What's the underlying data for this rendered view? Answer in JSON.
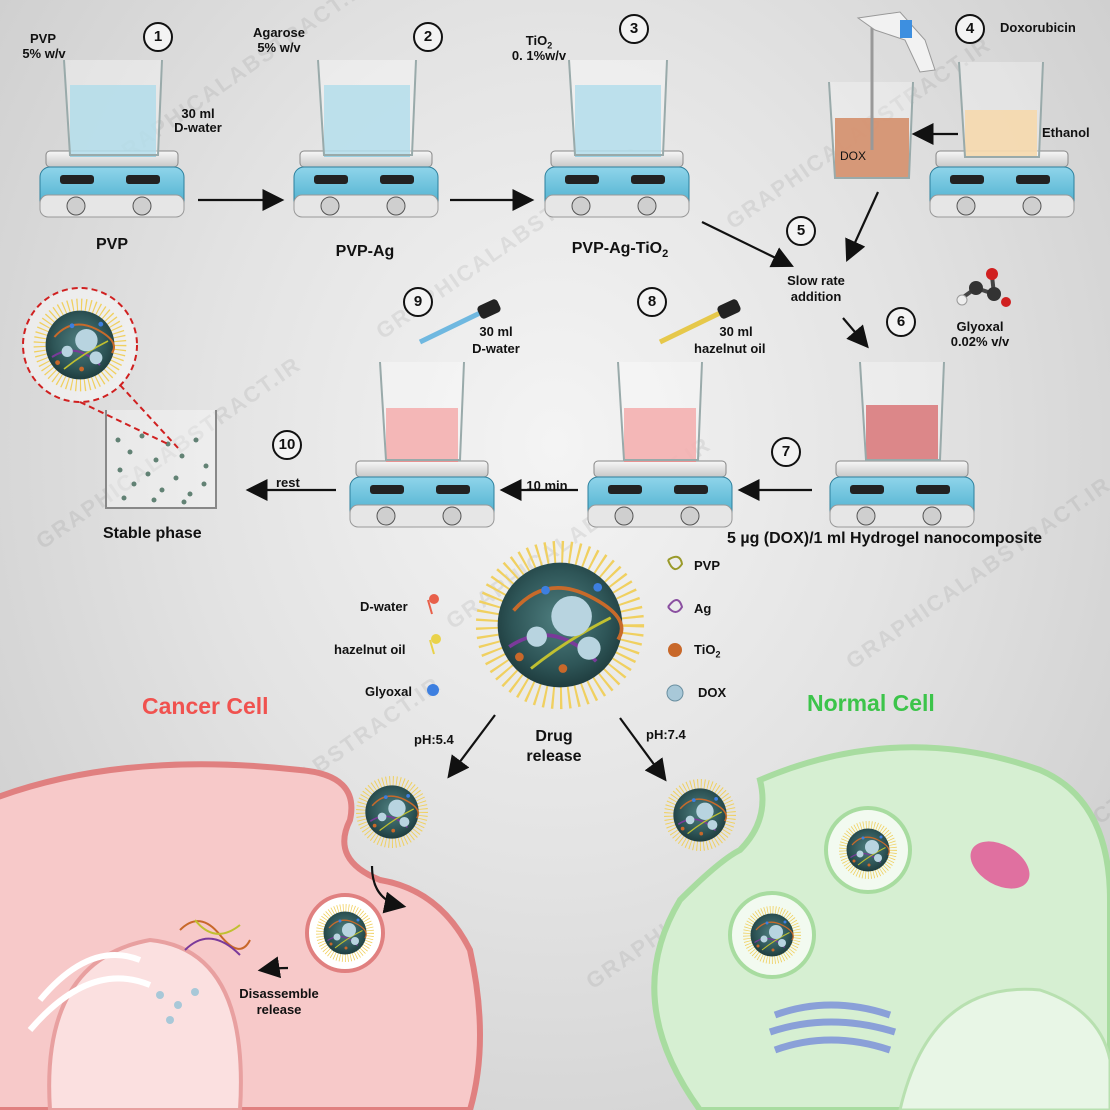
{
  "watermark": "GRAPHICALABSTRACT.IR",
  "steps": [
    {
      "num": "1",
      "reagent": "PVP",
      "amount": "5% w/v",
      "solvent_volume": "30 ml",
      "solvent": "D-water",
      "product": "PVP"
    },
    {
      "num": "2",
      "reagent": "Agarose",
      "amount": "5% w/v",
      "product": "PVP-Ag"
    },
    {
      "num": "3",
      "reagent": "TiO",
      "reagent_sub": "2",
      "amount": "0. 1%w/v",
      "product": "PVP-Ag-TiO",
      "product_sub": "2"
    },
    {
      "num": "4",
      "reagent": "Doxorubicin",
      "solvent": "Ethanol",
      "beaker_label": "DOX"
    },
    {
      "num": "5",
      "label_line1": "Slow rate",
      "label_line2": "addition"
    },
    {
      "num": "6",
      "reagent": "Glyoxal",
      "amount": "0.02% v/v",
      "product": "5 µg (DOX)/1 ml Hydrogel nanocomposite"
    },
    {
      "num": "7",
      "time": "10 min"
    },
    {
      "num": "8",
      "volume": "30 ml",
      "reagent": "hazelnut oil"
    },
    {
      "num": "9",
      "volume": "30 ml",
      "reagent": "D-water"
    },
    {
      "num": "10",
      "note": "rest",
      "product": "Stable phase"
    }
  ],
  "legend_left": [
    {
      "label": "D-water",
      "color": "#e8604a"
    },
    {
      "label": "hazelnut oil",
      "color": "#e9d24a"
    },
    {
      "label": "Glyoxal",
      "color": "#3d7fe0"
    }
  ],
  "legend_right": [
    {
      "label": "PVP",
      "color": "#9a9a2a"
    },
    {
      "label": "Ag",
      "color": "#8a4fa0"
    },
    {
      "label": "TiO",
      "sub": "2",
      "color": "#c8682a"
    },
    {
      "label": "DOX",
      "color": "#a8c8d8"
    }
  ],
  "drug_release": {
    "line1": "Drug",
    "line2": "release",
    "ph_cancer": "pH:5.4",
    "ph_normal": "pH:7.4"
  },
  "cancer_cell": {
    "title": "Cancer Cell",
    "title_color": "#f0524f",
    "note_line1": "Disassemble",
    "note_line2": "release"
  },
  "normal_cell": {
    "title": "Normal Cell",
    "title_color": "#3cc44a"
  }
}
